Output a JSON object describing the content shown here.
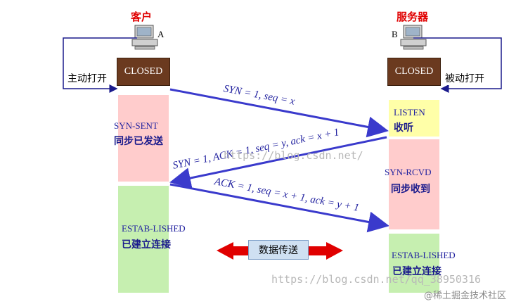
{
  "client": {
    "title": "客户",
    "letter": "A",
    "closed": "CLOSED",
    "action": "主动打开",
    "states": [
      {
        "en": "SYN-SENT",
        "zh": "同步已发送"
      },
      {
        "en": "ESTAB-LISHED",
        "zh": "已建立连接"
      }
    ]
  },
  "server": {
    "title": "服务器",
    "letter": "B",
    "closed": "CLOSED",
    "action": "被动打开",
    "states": [
      {
        "en": "LISTEN",
        "zh": "收听"
      },
      {
        "en": "SYN-RCVD",
        "zh": "同步收到"
      },
      {
        "en": "ESTAB-LISHED",
        "zh": "已建立连接"
      }
    ]
  },
  "messages": [
    "SYN = 1, seq = x",
    "SYN = 1, ACK = 1, seq = y, ack = x + 1",
    "ACK = 1, seq = x + 1, ack = y + 1"
  ],
  "transfer_label": "数据传送",
  "watermarks": [
    "https://blog.csdn.net/",
    "https://blog.csdn.net/qq_38950316"
  ],
  "footer": "@稀土掘金技术社区",
  "colors": {
    "closed": "#6b3a1f",
    "syn_sent": "#ffcccc",
    "established": "#c6efb0",
    "listen": "#ffffa8",
    "syn_rcvd": "#ffcccc",
    "arrow": "#3a3acc",
    "transfer_arrow": "#e00000"
  }
}
